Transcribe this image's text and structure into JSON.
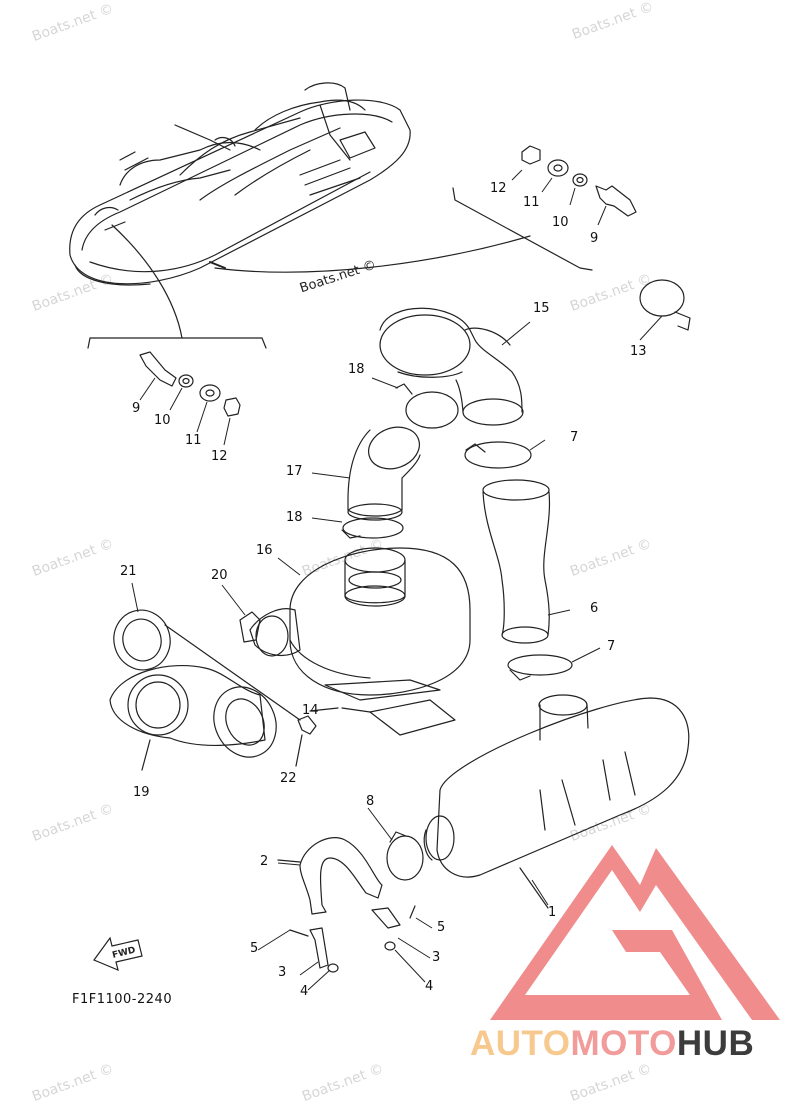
{
  "watermark": "Boats.net ©",
  "inline_caption": "Boats.net ©",
  "drawing_code": "F1F1100-2240",
  "fwd_label": "FWD",
  "brand": {
    "part1": "AUTO",
    "part2": "MOTO",
    "part3": "HUB"
  },
  "callouts": {
    "c1": "1",
    "c2": "2",
    "c3a": "3",
    "c3b": "3",
    "c4a": "4",
    "c4b": "4",
    "c5a": "5",
    "c5b": "5",
    "c6": "6",
    "c7a": "7",
    "c7b": "7",
    "c8": "8",
    "c9a": "9",
    "c9b": "9",
    "c10a": "10",
    "c10b": "10",
    "c11a": "11",
    "c11b": "11",
    "c12a": "12",
    "c12b": "12",
    "c13": "13",
    "c14": "14",
    "c15": "15",
    "c16": "16",
    "c17": "17",
    "c18a": "18",
    "c18b": "18",
    "c19": "19",
    "c20": "20",
    "c21": "21",
    "c22": "22"
  },
  "colors": {
    "line": "#222222",
    "watermark": "#d6d6d6",
    "logo_red": "#f08c8c"
  }
}
